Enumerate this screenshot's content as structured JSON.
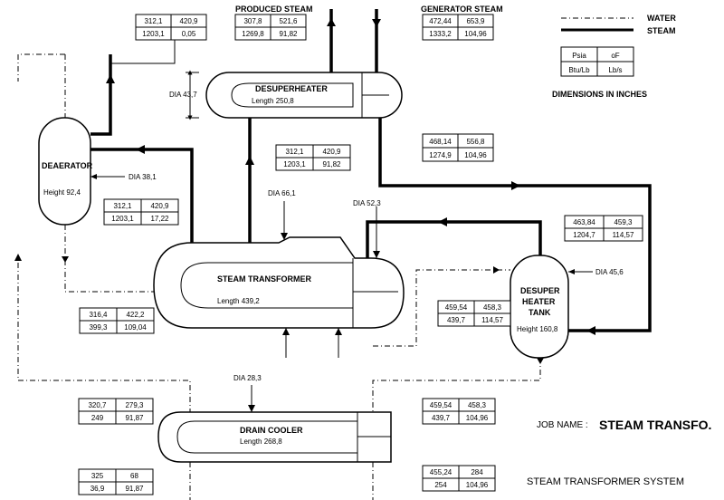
{
  "legend": {
    "water": "WATER",
    "steam": "STEAM",
    "units": [
      "Psia",
      "oF",
      "Btu/Lb",
      "Lb/s"
    ],
    "dimensions_note": "DIMENSIONS IN INCHES"
  },
  "headers": {
    "produced_steam": "PRODUCED STEAM",
    "generator_steam": "GENERATOR STEAM"
  },
  "vessels": {
    "desuperheater": {
      "name": "DESUPERHEATER",
      "length": "Length 250,8",
      "dia": "DIA 43,7"
    },
    "deaerator": {
      "name": "DEAERATOR",
      "height": "Height 92,4",
      "dia": "DIA 38,1"
    },
    "steam_transformer": {
      "name": "STEAM TRANSFORMER",
      "length": "Length 439,2",
      "dia1": "DIA 66,1",
      "dia2": "DIA 52,3"
    },
    "desuperheater_tank": {
      "name_lines": [
        "DESUPER",
        "HEATER",
        "TANK"
      ],
      "height": "Height 160,8",
      "dia": "DIA 45,6"
    },
    "drain_cooler": {
      "name": "DRAIN COOLER",
      "length": "Length 268,8",
      "dia": "DIA 28,3"
    }
  },
  "tables": {
    "deaerator_top": [
      [
        "312,1",
        "420,9"
      ],
      [
        "1203,1",
        "0,05"
      ]
    ],
    "produced_steam": [
      [
        "307,8",
        "521,6"
      ],
      [
        "1269,8",
        "91,82"
      ]
    ],
    "generator_steam": [
      [
        "472,44",
        "653,9"
      ],
      [
        "1333,2",
        "104,96"
      ]
    ],
    "transformer_steam_out": [
      [
        "312,1",
        "420,9"
      ],
      [
        "1203,1",
        "91,82"
      ]
    ],
    "desuperheater_out": [
      [
        "468,14",
        "556,8"
      ],
      [
        "1274,9",
        "104,96"
      ]
    ],
    "deaerator_in": [
      [
        "312,1",
        "420,9"
      ],
      [
        "1203,1",
        "17,22"
      ]
    ],
    "tank_steam_out": [
      [
        "463,84",
        "459,3"
      ],
      [
        "1204,7",
        "114,57"
      ]
    ],
    "transformer_drain": [
      [
        "316,4",
        "422,2"
      ],
      [
        "399,3",
        "109,04"
      ]
    ],
    "tank_water": [
      [
        "459,54",
        "458,3"
      ],
      [
        "439,7",
        "114,57"
      ]
    ],
    "cooler_in": [
      [
        "320,7",
        "279,3"
      ],
      [
        "249",
        "91,87"
      ]
    ],
    "tank_to_cooler": [
      [
        "459,54",
        "458,3"
      ],
      [
        "439,7",
        "104,96"
      ]
    ],
    "cooler_out": [
      [
        "325",
        "68"
      ],
      [
        "36,9",
        "91,87"
      ]
    ],
    "feed_water": [
      [
        "455,24",
        "284"
      ],
      [
        "254",
        "104,96"
      ]
    ]
  },
  "job": {
    "label": "JOB NAME :",
    "name": "STEAM TRANSFO."
  },
  "system_title": "STEAM TRANSFORMER SYSTEM"
}
